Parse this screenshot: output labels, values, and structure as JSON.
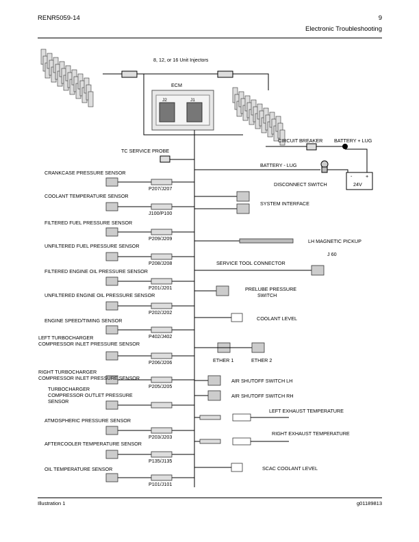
{
  "header": {
    "doc_id": "RENR5059-14",
    "page_number": "9",
    "section": "Electronic Troubleshooting"
  },
  "diagram": {
    "injectors_label": "8, 12, or 16 Unit Injectors",
    "ecm_label": "ECM",
    "j2_label": "J2",
    "j1_label": "J1",
    "tc_service_probe": "TC SERVICE PROBE",
    "circuit_breaker": "CIRCUIT BREAKER",
    "battery_plus_lug": "BATTERY + LUG",
    "battery_minus_lug": "BATTERY - LUG",
    "disconnect_switch": "DISCONNECT SWITCH",
    "battery_voltage": "24V",
    "battery_minus": "-",
    "battery_plus": "+",
    "left_sensors": [
      {
        "lines": [
          "CRANKCASE PRESSURE SENSOR"
        ],
        "connector": "P207/J207"
      },
      {
        "lines": [
          "COOLANT TEMPERATURE SENSOR"
        ],
        "connector": "J100/P100"
      },
      {
        "lines": [
          "FILTERED FUEL PRESSURE SENSOR"
        ],
        "connector": "P209/J209"
      },
      {
        "lines": [
          "UNFILTERED FUEL PRESSURE SENSOR"
        ],
        "connector": "P208/J208"
      },
      {
        "lines": [
          "FILTERED ENGINE OIL PRESSURE SENSOR"
        ],
        "connector": "P201/J201"
      },
      {
        "lines": [
          "UNFILTERED ENGINE OIL PRESSURE SENSOR"
        ],
        "connector": "P202/J202"
      },
      {
        "lines": [
          "ENGINE SPEED/TIMING SENSOR"
        ],
        "connector": "P402/J402"
      },
      {
        "lines": [
          "LEFT TURBOCHARGER",
          "COMPRESSOR INLET PRESSURE SENSOR"
        ],
        "connector": "P206/J206"
      },
      {
        "lines": [
          "RIGHT TURBOCHARGER",
          "COMPRESSOR INLET PRESSURE SENSOR"
        ],
        "connector": "P205/J205"
      },
      {
        "lines": [
          "TURBOCHARGER",
          "COMPRESSOR OUTLET PRESSURE",
          "SENSOR"
        ],
        "connector": ""
      },
      {
        "lines": [
          "ATMOSPHERIC PRESSURE SENSOR"
        ],
        "connector": "P203/J203"
      },
      {
        "lines": [
          "AFTERCOOLER TEMPERATURE SENSOR"
        ],
        "connector": "P135/J135"
      },
      {
        "lines": [
          "OIL TEMPERATURE SENSOR"
        ],
        "connector": "P101/J101"
      }
    ],
    "right_devices": {
      "system_interface": "SYSTEM INTERFACE",
      "lh_magnetic_pickup": "LH MAGNETIC PICKUP",
      "service_tool_connector": "SERVICE TOOL CONNECTOR",
      "j60": "J 60",
      "prelube_pressure_switch": [
        "PRELUBE PRESSURE",
        "SWITCH"
      ],
      "coolant_level": "COOLANT LEVEL",
      "ether_1": "ETHER 1",
      "ether_2": "ETHER 2",
      "air_shutoff_lh": "AIR SHUTOFF SWITCH LH",
      "air_shutoff_rh": "AIR SHUTOFF SWITCH RH",
      "left_exhaust_temperature": "LEFT EXHAUST TEMPERATURE",
      "right_exhaust_temperature": "RIGHT EXHAUST TEMPERATURE",
      "scac_coolant_level": "SCAC COOLANT LEVEL"
    }
  },
  "footer": {
    "caption": "Illustration 1",
    "graphic_id": "g01189813"
  }
}
